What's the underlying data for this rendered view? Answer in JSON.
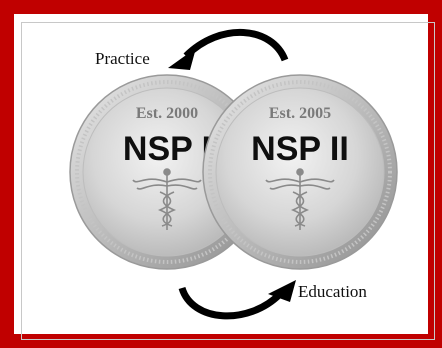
{
  "labels": {
    "practice": "Practice",
    "education": "Education"
  },
  "coins": [
    {
      "established": "Est. 2000",
      "name": "NSP I",
      "emblem": "caduceus-icon"
    },
    {
      "established": "Est. 2005",
      "name": "NSP II",
      "emblem": "caduceus-icon"
    }
  ],
  "colors": {
    "frame": "#c00000",
    "coin_face": "#d6d6d6",
    "coin_rim": "#a9a9a9",
    "arrow": "#000000"
  }
}
